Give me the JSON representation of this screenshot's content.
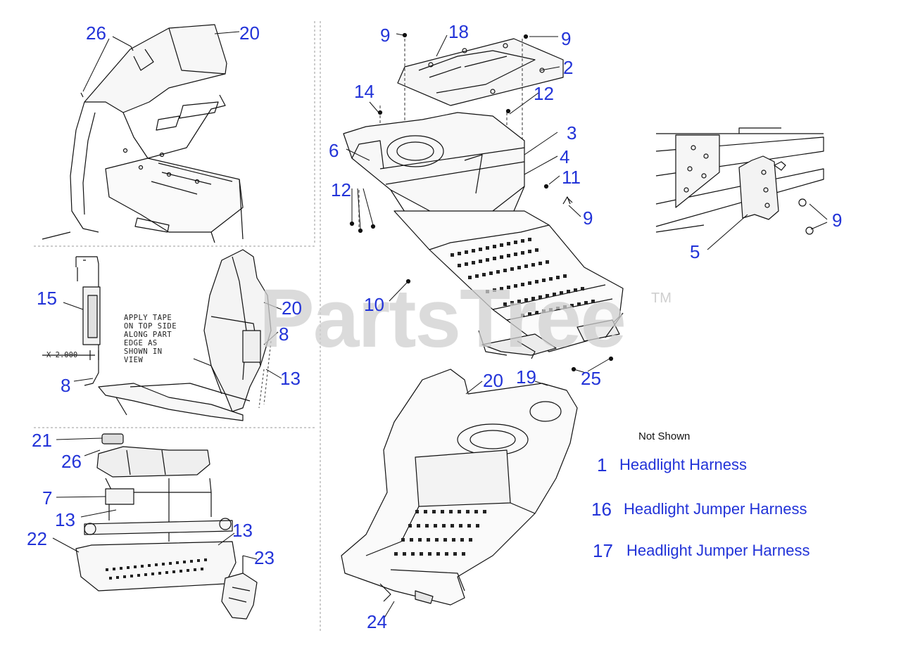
{
  "watermark": {
    "text": "PartsTree",
    "trademark": "TM"
  },
  "callouts": {
    "c26a": "26",
    "c20a": "20",
    "c9a": "9",
    "c18": "18",
    "c9b": "9",
    "c2": "2",
    "c14": "14",
    "c12a": "12",
    "c3": "3",
    "c6": "6",
    "c4": "4",
    "c12b": "12",
    "c11": "11",
    "c9c": "9",
    "c5": "5",
    "c9d": "9",
    "c15": "15",
    "c8a": "8",
    "c20b": "20",
    "c8b": "8",
    "c13a": "13",
    "c10": "10",
    "c25": "25",
    "c20c": "20",
    "c19": "19",
    "c21": "21",
    "c26b": "26",
    "c7": "7",
    "c13b": "13",
    "c22": "22",
    "c13c": "13",
    "c23": "23",
    "c24": "24"
  },
  "inset_note": {
    "lines": [
      "APPLY TAPE",
      "ON TOP SIDE",
      "ALONG PART",
      "EDGE AS",
      "SHOWN IN",
      "VIEW"
    ],
    "dimension": "X 2.000"
  },
  "not_shown": {
    "heading": "Not Shown",
    "items": [
      {
        "number": "1",
        "name": "Headlight Harness"
      },
      {
        "number": "16",
        "name": "Headlight Jumper Harness"
      },
      {
        "number": "17",
        "name": "Headlight Jumper Harness"
      }
    ]
  }
}
